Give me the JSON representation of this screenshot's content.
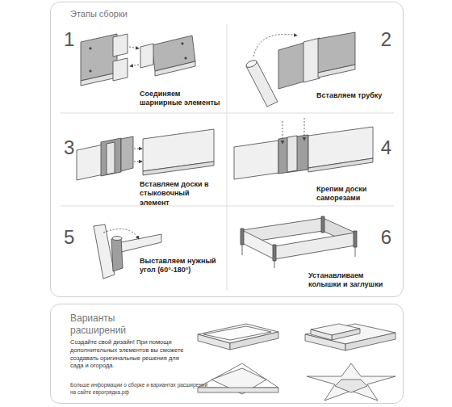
{
  "diagram": {
    "nodes": [
      {
        "text": [
          "Этапы сборки"
        ]
      },
      {
        "text": [
          "1",
          "Соединяем шарнирные элементы"
        ],
        "in": 0
      },
      {
        "text": [
          "2",
          "Вставляем трубку"
        ],
        "in": 0
      },
      {
        "text": [
          "3",
          "Вставляем доски в стыковочный элемент"
        ],
        "in": 0
      },
      {
        "text": [
          "4",
          "Крепим доски саморезами"
        ],
        "in": 0
      },
      {
        "text": [
          "5",
          "Выставляем нужный угол (60°-180°)"
        ],
        "in": 0
      },
      {
        "text": [
          "6",
          "Устанавливаем колышки и заглушки"
        ],
        "in": 0
      },
      {
        "text": [
          "Варианты расширений",
          "Создайте свой дизайн! При помощи дополнительных элементов вы сможете создавать оригинальные решения для сада и огорода.",
          "Больше информации о сборке и вариантах расширений на сайте еврогрядка.рф"
        ]
      }
    ]
  }
}
